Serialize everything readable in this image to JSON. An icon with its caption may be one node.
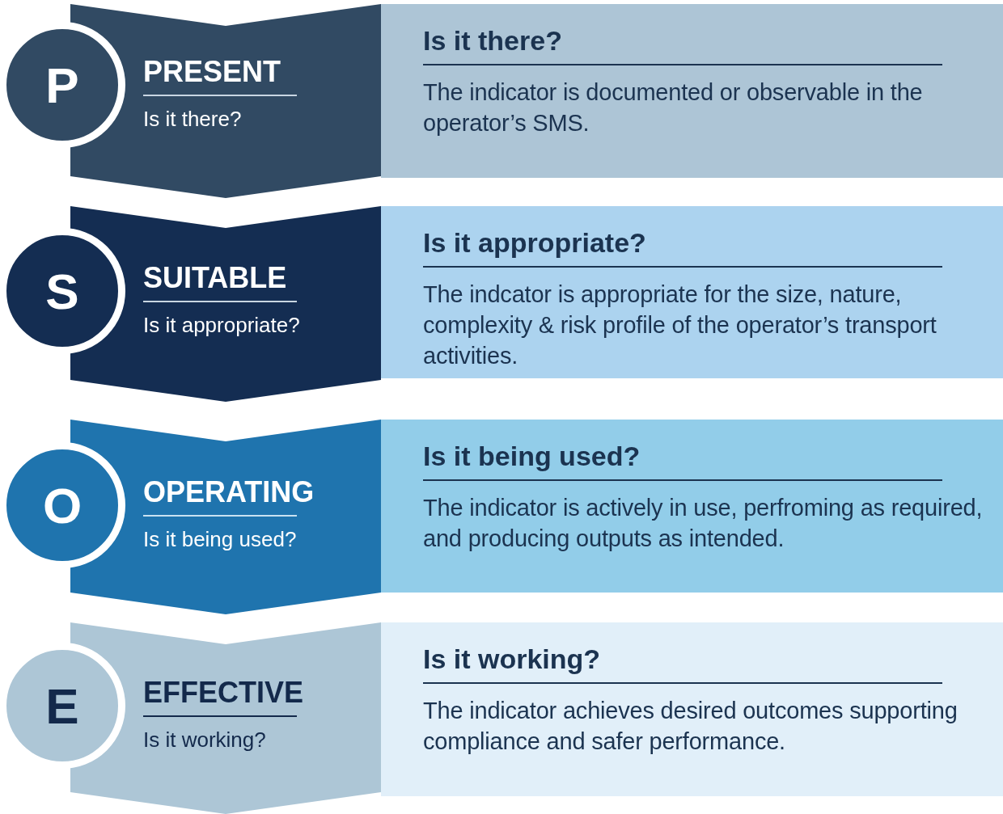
{
  "diagram": {
    "nodes": [
      {
        "text": [
          "P"
        ]
      },
      {
        "text": [
          "PRESENT",
          "Is it there?"
        ]
      },
      {
        "text": [
          "Is it there?",
          "The indicator is documented or observable in the operator’s SMS."
        ]
      },
      {
        "text": [
          "S"
        ]
      },
      {
        "text": [
          "SUITABLE",
          "Is it appropriate?"
        ]
      },
      {
        "text": [
          "Is it appropriate?",
          "The indcator is appropriate for the size, nature, complexity & risk profile of the operator’s transport activities."
        ]
      },
      {
        "text": [
          "O"
        ]
      },
      {
        "text": [
          "OPERATING",
          "Is it being used?"
        ]
      },
      {
        "text": [
          "Is it being used?",
          "The indicator is actively in use, perfroming as required, and producing outputs as intended."
        ]
      },
      {
        "text": [
          "E"
        ]
      },
      {
        "text": [
          "EFFECTIVE",
          "Is it working?"
        ]
      },
      {
        "text": [
          "Is it working?",
          "The indicator achieves desired outcomes supporting compliance and safer performance."
        ]
      }
    ]
  }
}
